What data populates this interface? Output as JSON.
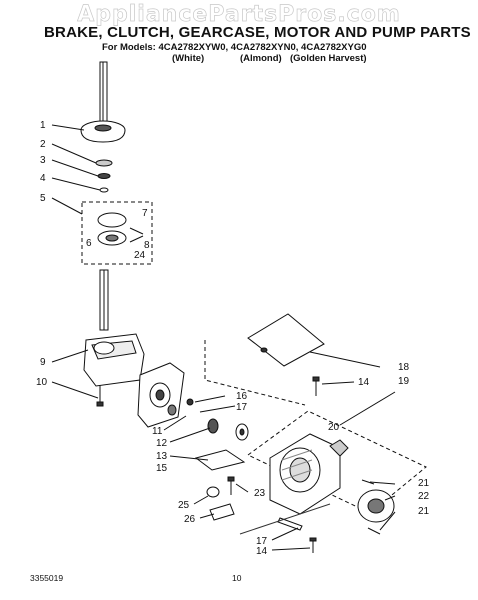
{
  "watermark": "AppliancePartsPros.com",
  "title": "BRAKE, CLUTCH, GEARCASE, MOTOR AND PUMP PARTS",
  "models_line": "For Models: 4CA2782XYW0, 4CA2782XYN0, 4CA2782XYG0",
  "variants": [
    "(White)",
    "(Almond)",
    "(Golden Harvest)"
  ],
  "doc_number": "3355019",
  "page_number": "10",
  "callouts": [
    "1",
    "2",
    "3",
    "4",
    "5",
    "6",
    "7",
    "8",
    "24",
    "9",
    "10",
    "11",
    "12",
    "13",
    "15",
    "16",
    "17",
    "18",
    "14",
    "19",
    "20",
    "21",
    "22",
    "21",
    "23",
    "25",
    "26",
    "17",
    "14"
  ]
}
